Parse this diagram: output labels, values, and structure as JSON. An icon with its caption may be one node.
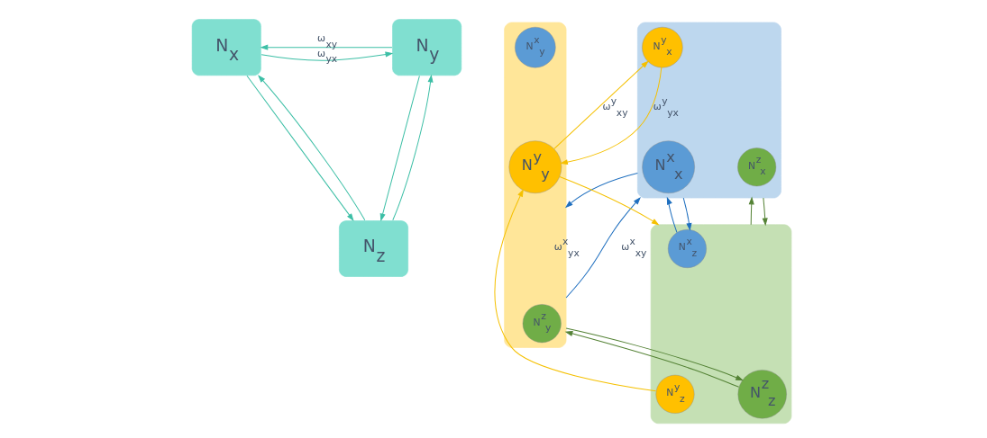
{
  "diagram": {
    "nodes": [
      {
        "text": [
          "N$_{x}$"
        ]
      },
      {
        "text": [
          "N$_{y}$"
        ]
      },
      {
        "text": [
          "N$_{z}$"
        ]
      },
      {
        "text": [],
        "shape": "blob"
      },
      {
        "text": [
          "N$^{y}$$_{x}$"
        ],
        "in": 3
      },
      {
        "text": [
          "N$^{z}$$_{x}$"
        ],
        "in": 3
      },
      {
        "text": [
          "N$^{x}$$_{x}$"
        ],
        "in": 3
      },
      {
        "text": [],
        "shape": "blob"
      },
      {
        "text": [
          "N$^{x}$$_{y}$"
        ],
        "in": 7
      },
      {
        "text": [
          "N$^{y}$$_{y}$"
        ],
        "in": 7
      },
      {
        "text": [
          "N$^{z}$$_{y}$"
        ],
        "in": 7
      },
      {
        "text": [],
        "shape": "blob"
      },
      {
        "text": [
          "N$^{x}$$_{z}$"
        ],
        "in": 11
      },
      {
        "text": [
          "N$^{z}$$_{z}$"
        ],
        "in": 11
      },
      {
        "text": [
          "N$^{y}$$_{z}$"
        ],
        "in": 11
      }
    ],
    "edges": [
      {
        "from": 1,
        "to": 0,
        "arrow": "to",
        "label": "ω$_{xy}$"
      },
      {
        "from": 0,
        "to": 1,
        "arrow": "to",
        "label": "ω$_{yx}$"
      },
      {
        "from": 0,
        "to": 2,
        "arrow": "to"
      },
      {
        "from": 2,
        "to": 0,
        "arrow": "to"
      },
      {
        "from": 1,
        "to": 2,
        "arrow": "to"
      },
      {
        "from": 2,
        "to": 1,
        "arrow": "to"
      },
      {
        "from": 4,
        "to": 9,
        "arrow": "to",
        "label": "ω$^{y}$$_{yx}$",
        "color": "#f5c000"
      },
      {
        "from": 9,
        "to": 4,
        "arrow": "to",
        "label": "ω$^{y}$$_{xy}$",
        "color": "#f5c000"
      },
      {
        "from": 7,
        "to": 3,
        "arrow": "to",
        "label": "ω$^{x}$$_{xy}$",
        "color": "#1f6fbf"
      },
      {
        "from": 3,
        "to": 7,
        "arrow": "to",
        "label": "ω$^{x}$$_{yx}$",
        "color": "#1f6fbf"
      },
      {
        "from": 12,
        "to": 3,
        "arrow": "to",
        "color": "#1f6fbf"
      },
      {
        "from": 3,
        "to": 12,
        "arrow": "to",
        "color": "#1f6fbf"
      },
      {
        "from": 11,
        "to": 3,
        "arrow": "to",
        "color": "#548235"
      },
      {
        "from": 3,
        "to": 11,
        "arrow": "to",
        "color": "#548235"
      },
      {
        "from": 13,
        "to": 7,
        "arrow": "to",
        "color": "#548235"
      },
      {
        "from": 7,
        "to": 13,
        "arrow": "to",
        "color": "#548235"
      },
      {
        "from": 9,
        "to": 11,
        "arrow": "to",
        "color": "#f5c000"
      },
      {
        "from": 14,
        "to": 9,
        "arrow": "to",
        "color": "#f5c000"
      }
    ]
  }
}
